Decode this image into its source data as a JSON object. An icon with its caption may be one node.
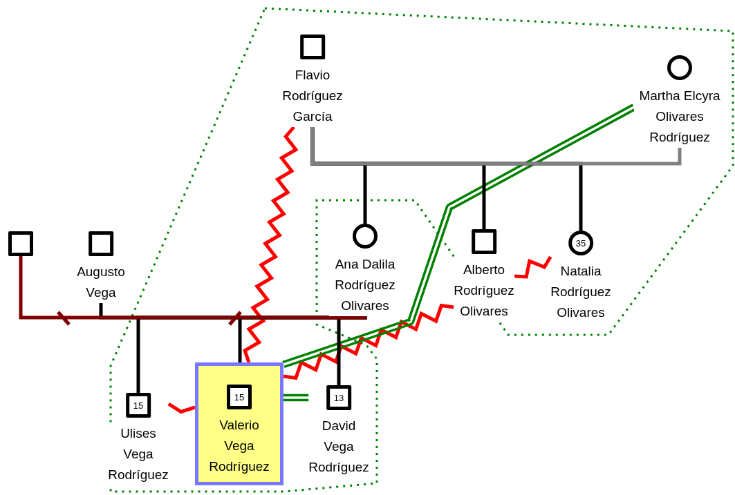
{
  "diagram": {
    "nodes": [
      {
        "text": [],
        "shape": "box"
      },
      {
        "text": [
          "Augusto Vega"
        ]
      },
      {
        "text": [
          "Flavio Rodríguez García"
        ]
      },
      {
        "text": [
          "Martha Elcyra Olivares Rodríguez"
        ]
      },
      {
        "text": [
          "Ana Dalila Rodríguez Olivares"
        ]
      },
      {
        "text": [
          "Alberto Rodríguez Olivares"
        ]
      },
      {
        "text": [
          "35",
          "Natalia Rodríguez Olivares"
        ]
      },
      {
        "text": [
          "15",
          "Ulises Vega Rodríguez"
        ]
      },
      {
        "text": [
          "15",
          "Valerio Vega Rodríguez"
        ]
      },
      {
        "text": [
          "13",
          "David Vega Rodríguez"
        ]
      }
    ],
    "edges": [
      {
        "from": 0,
        "to": 4,
        "arrow": "none",
        "color": "#800000"
      },
      {
        "from": 1,
        "to": 4,
        "arrow": "none"
      },
      {
        "from": 4,
        "to": 7,
        "arrow": "none"
      },
      {
        "from": 4,
        "to": 8,
        "arrow": "none"
      },
      {
        "from": 4,
        "to": 9,
        "arrow": "none"
      },
      {
        "from": 2,
        "to": 3,
        "arrow": "none",
        "color": "#808080"
      },
      {
        "from": 2,
        "to": 4,
        "arrow": "none"
      },
      {
        "from": 2,
        "to": 5,
        "arrow": "none"
      },
      {
        "from": 2,
        "to": 6,
        "arrow": "none"
      },
      {
        "from": 2,
        "to": 8,
        "arrow": "none",
        "color": "#ff0000"
      },
      {
        "from": 3,
        "to": 8,
        "arrow": "none",
        "color": "#008000"
      },
      {
        "from": 5,
        "to": 8,
        "arrow": "none",
        "color": "#ff0000"
      },
      {
        "from": 5,
        "to": 6,
        "arrow": "none",
        "color": "#ff0000"
      },
      {
        "from": 7,
        "to": 8,
        "arrow": "none",
        "color": "#ff0000"
      },
      {
        "from": 8,
        "to": 9,
        "arrow": "none",
        "color": "#008000"
      }
    ]
  }
}
